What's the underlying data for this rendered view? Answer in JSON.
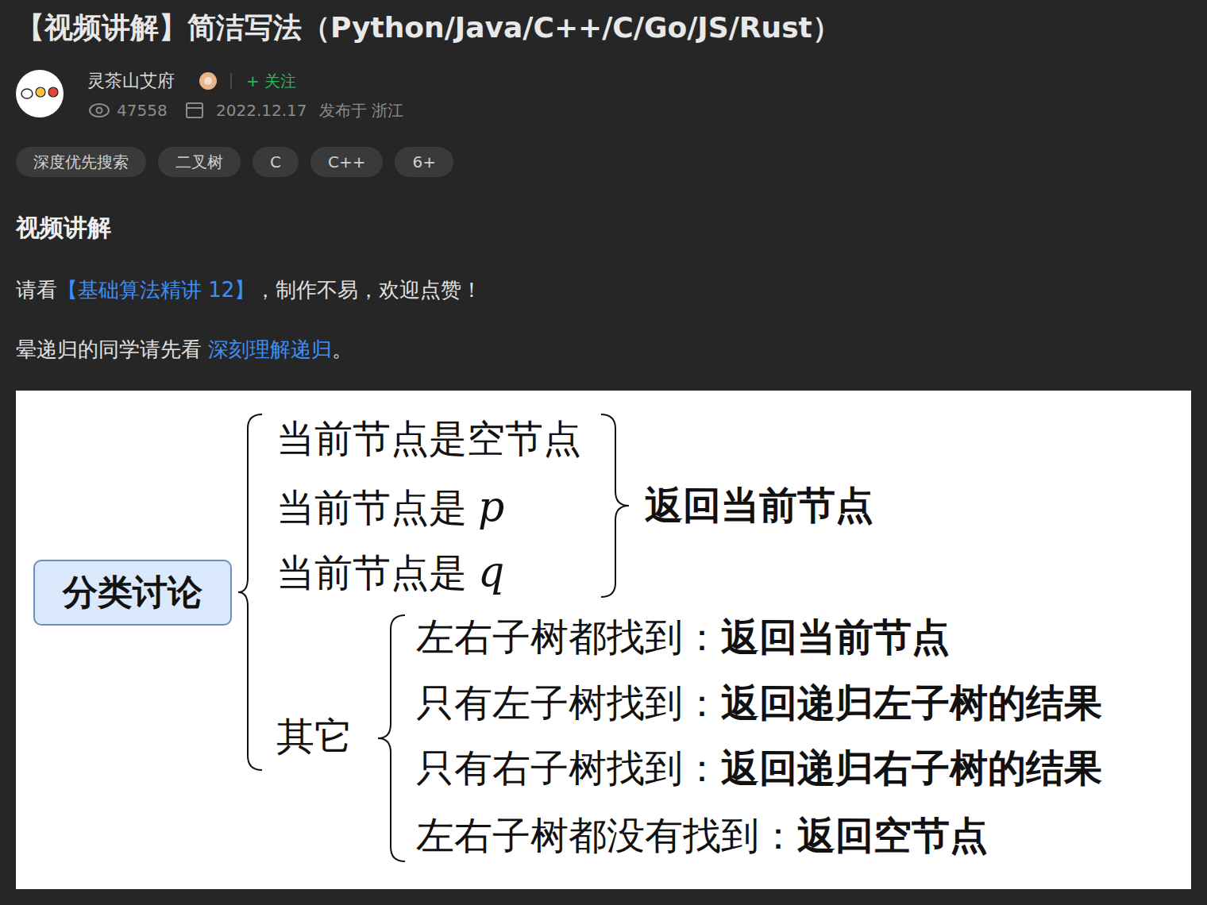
{
  "diagram": {
    "title": "【视频讲解】简洁写法（Python/Java/C++/C/Go/JS/Rust）",
    "nodes": [
      {
        "text": [
          "深度优先搜索"
        ]
      },
      {
        "text": [
          "二叉树"
        ]
      },
      {
        "text": [
          "C"
        ]
      },
      {
        "text": [
          "C++"
        ]
      },
      {
        "text": [
          "6+"
        ]
      },
      {
        "text": [
          "分类讨论"
        ]
      }
    ],
    "labels": [
      "灵茶山艾府",
      "+ 关注",
      "47558",
      "2022.12.17",
      "发布于 浙江",
      "视频讲解",
      "请看",
      "【基础算法精讲 12】",
      "，制作不易，欢迎点赞！",
      "晕递归的同学请先看",
      "深刻理解递归",
      "。",
      "当前节点是空节点",
      "当前节点是",
      "p",
      "当前节点是",
      "q",
      "返回当前节点",
      "其它",
      "左右子树都找到：",
      "返回当前节点",
      "只有左子树找到：",
      "返回递归左子树的结果",
      "只有右子树找到：",
      "返回递归右子树的结果",
      "左右子树都没有找到：",
      "返回空节点"
    ]
  }
}
